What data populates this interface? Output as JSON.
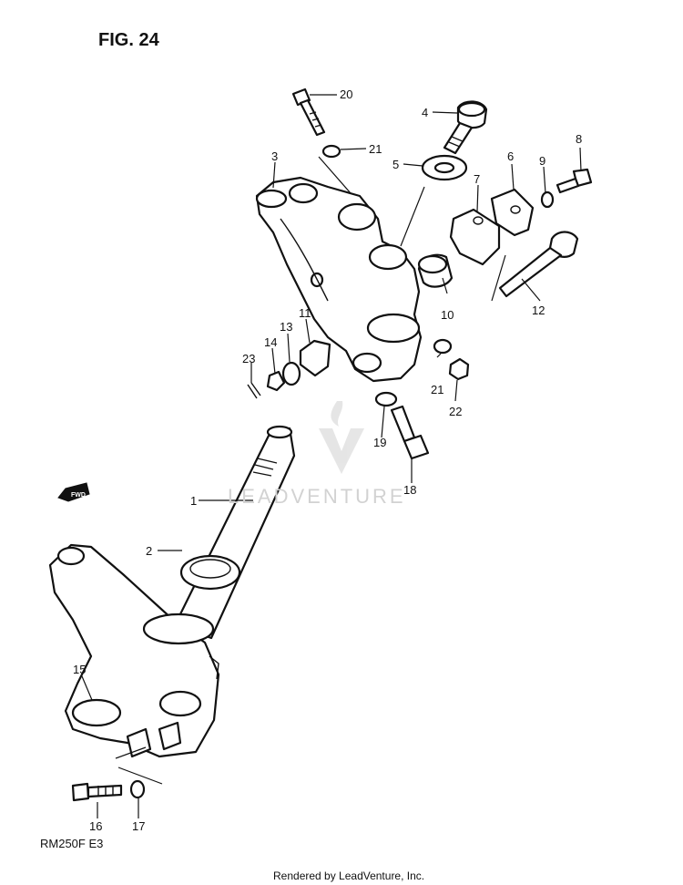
{
  "figure": {
    "title": "FIG. 24",
    "model": "RM250F  E3"
  },
  "footer": {
    "text": "Rendered by LeadVenture, Inc."
  },
  "watermark": {
    "text": "LEADVENTURE"
  },
  "direction_arrow": {
    "label": "FWD"
  },
  "callouts": [
    "1",
    "2",
    "3",
    "4",
    "5",
    "6",
    "7",
    "8",
    "9",
    "10",
    "11",
    "12",
    "13",
    "14",
    "15",
    "16",
    "17",
    "18",
    "19",
    "20",
    "21",
    "21",
    "22",
    "23"
  ]
}
